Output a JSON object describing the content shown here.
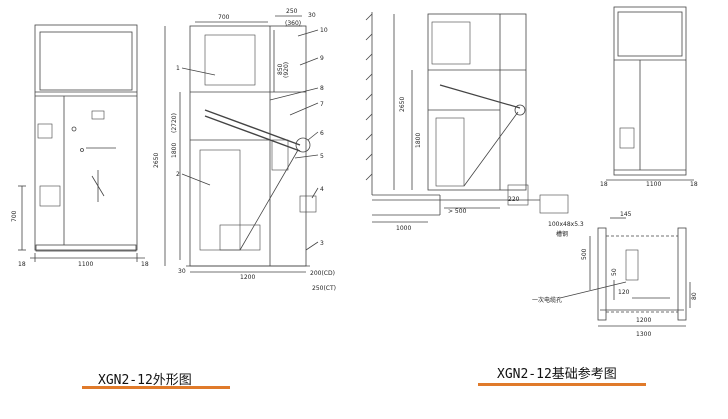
{
  "left_drawing": {
    "caption": "XGN2-12外形图",
    "front_view": {
      "dims": {
        "width": "1100",
        "side_left": "18",
        "side_right": "18",
        "height_700": "700"
      }
    },
    "side_view": {
      "dims": {
        "top_700": "700",
        "top_250": "250",
        "top_30": "30",
        "top_360": "(360)",
        "d_850": "850",
        "d_920": "(920)",
        "d_1800": "1800",
        "d_2720": "(2720)",
        "d_2650": "2650",
        "bottom_30": "30",
        "bottom_1200": "1200",
        "d_200cd": "200(CD)",
        "d_250ct": "250(CT)"
      },
      "callouts": [
        "10",
        "9",
        "8",
        "7",
        "6",
        "5",
        "4",
        "3",
        "1",
        "2"
      ]
    }
  },
  "right_drawing": {
    "caption": "XGN2-12基础参考图",
    "section_view": {
      "dims": {
        "d_2650": "2650",
        "d_1800": "1800",
        "d_1000": "1000",
        "d_500": "> 500",
        "d_220": "220",
        "steel": "100x48x5.3",
        "steel_label": "槽钢"
      }
    },
    "front_view": {
      "dims": {
        "width": "1100",
        "side_left": "18",
        "side_right": "18"
      }
    },
    "plan_view": {
      "dims": {
        "d_145": "145",
        "d_500": "500",
        "d_50": "50",
        "d_120": "120",
        "d_80": "80",
        "d_1200": "1200",
        "d_1300": "1300"
      },
      "hole_label": "一次电缆孔"
    }
  },
  "colors": {
    "underline": "#e07a2a",
    "line": "#444444"
  }
}
